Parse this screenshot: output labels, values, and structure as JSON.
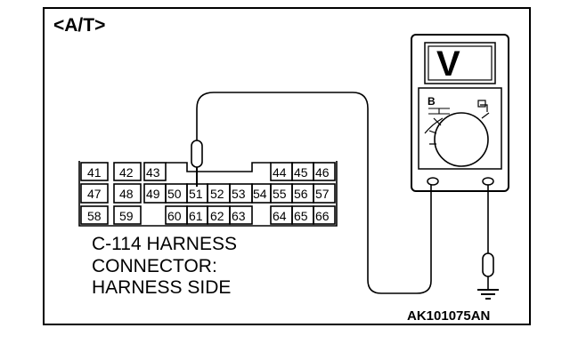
{
  "diagram": {
    "title": "<A/T>",
    "connector": {
      "row1": [
        "41",
        "42",
        "43",
        "",
        "44",
        "45",
        "46"
      ],
      "row2": [
        "47",
        "48",
        "49",
        "50",
        "51",
        "52",
        "53",
        "54",
        "55",
        "56",
        "57"
      ],
      "row3": [
        "58",
        "59",
        "",
        "60",
        "61",
        "62",
        "63",
        "",
        "64",
        "65",
        "66"
      ]
    },
    "caption": {
      "line1": "C-114 HARNESS",
      "line2": "CONNECTOR:",
      "line3": "HARNESS SIDE"
    },
    "code": "AK101075AN",
    "multimeter": {
      "mode_symbol": "V",
      "dial_label": "B"
    }
  }
}
